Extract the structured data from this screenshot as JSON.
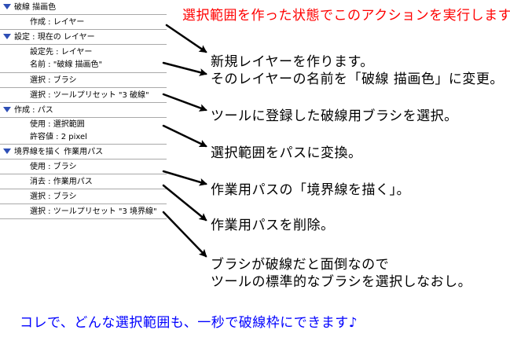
{
  "panel": {
    "rows": [
      {
        "kind": "header",
        "text": "破線 描画色"
      },
      {
        "kind": "step",
        "text": "作成 : レイヤー"
      },
      {
        "kind": "header",
        "text": "設定 : 現在の レイヤー"
      },
      {
        "kind": "sub",
        "lines": [
          "設定先 : レイヤー",
          "名前 : \"破線 描画色\""
        ]
      },
      {
        "kind": "step",
        "text": "選択 : ブラシ"
      },
      {
        "kind": "step",
        "text": "選択 : ツールプリセット \"3 破線\""
      },
      {
        "kind": "header",
        "text": "作成 : パス"
      },
      {
        "kind": "sub",
        "lines": [
          "使用 : 選択範囲",
          "許容値 : 2 pixel"
        ]
      },
      {
        "kind": "header",
        "text": "境界線を描く 作業用パス"
      },
      {
        "kind": "step",
        "text": "使用 : ブラシ"
      },
      {
        "kind": "step",
        "text": "消去 : 作業用パス"
      },
      {
        "kind": "step",
        "text": "選択 : ブラシ"
      },
      {
        "kind": "step",
        "text": "選択 : ツールプリセット \"3 境界線\""
      }
    ]
  },
  "headline": "選択範囲を作った状態でこのアクションを実行します。",
  "annotations": [
    "新規レイヤーを作ります。",
    "そのレイヤーの名前を「破線 描画色」に変更。",
    "ツールに登録した破線用ブラシを選択。",
    "選択範囲をパスに変換。",
    "作業用パスの「境界線を描く」。",
    "作業用パスを削除。",
    "ブラシが破線だと面倒なので",
    "ツールの標準的なブラシを選択しなおし。"
  ],
  "footer": "コレで、どんな選択範囲も、一秒で破線枠にできます♪",
  "colors": {
    "headline": "#ff0000",
    "footer": "#0000ff",
    "triangle": "#2e4fb6"
  }
}
